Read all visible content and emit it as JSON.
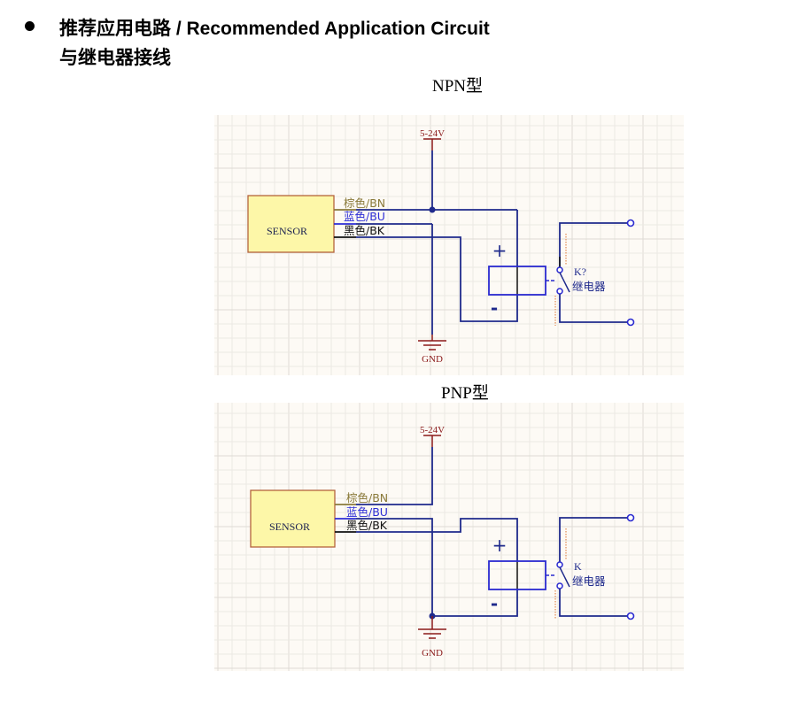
{
  "header": {
    "bullet_icon": "bullet-dot",
    "title_line1": "推荐应用电路 / Recommended Application Circuit",
    "title_line2": "与继电器接线"
  },
  "colors": {
    "grid_bg": "#fdfaf5",
    "grid_minor": "#ece9e3",
    "grid_major": "#dedbd5",
    "wire": "#1f2a8c",
    "power": "#8b1a1a",
    "sensor_fill": "#fdf7a8",
    "sensor_border": "#b4643c",
    "wire_brown": "#8a7a3a",
    "wire_blue": "#2d2dd6",
    "wire_black": "#111111",
    "relay_blue": "#2a2ad0",
    "spring": "#e8a070"
  },
  "diagrams": [
    {
      "id": "npn",
      "type_label": "NPN型",
      "power_label": "5-24V",
      "gnd_label": "GND",
      "sensor_label": "SENSOR",
      "wires": [
        {
          "label": "棕色/BN",
          "color_key": "wire_brown"
        },
        {
          "label": "蓝色/BU",
          "color_key": "wire_blue"
        },
        {
          "label": "黑色/BK",
          "color_key": "wire_black"
        }
      ],
      "coil_plus": "+",
      "coil_minus": "-",
      "relay_designator": "K?",
      "relay_name": "继电器"
    },
    {
      "id": "pnp",
      "type_label": "PNP型",
      "power_label": "5-24V",
      "gnd_label": "GND",
      "sensor_label": "SENSOR",
      "wires": [
        {
          "label": "棕色/BN",
          "color_key": "wire_brown"
        },
        {
          "label": "蓝色/BU",
          "color_key": "wire_blue"
        },
        {
          "label": "黑色/BK",
          "color_key": "wire_black"
        }
      ],
      "coil_plus": "+",
      "coil_minus": "-",
      "relay_designator": "K",
      "relay_name": "继电器"
    }
  ]
}
